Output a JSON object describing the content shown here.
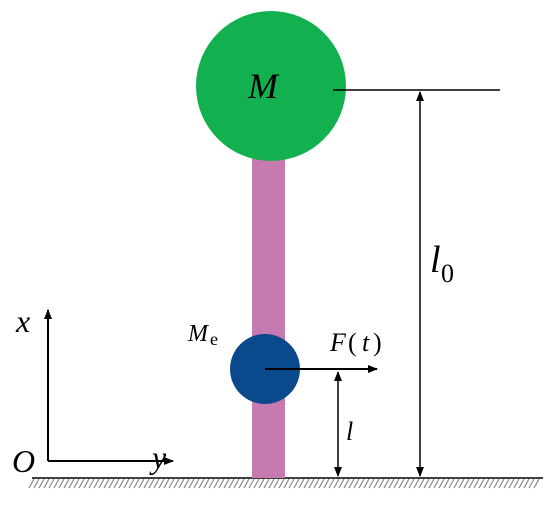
{
  "labels": {
    "top_mass": "M",
    "eccentric_mass": "M",
    "eccentric_mass_sub": "e",
    "force_f": "F",
    "force_paren_open": "(",
    "force_t": "t",
    "force_paren_close": ")",
    "height_l": "l",
    "length_l": "l",
    "length_sub": "0",
    "axis_x": "x",
    "axis_y": "y",
    "origin": "O"
  },
  "colors": {
    "top_mass": "#12b04f",
    "rod": "#c77aaf",
    "eccentric_mass": "#0a4a8c",
    "lines": "#000000",
    "ground_hatch": "#777777"
  }
}
